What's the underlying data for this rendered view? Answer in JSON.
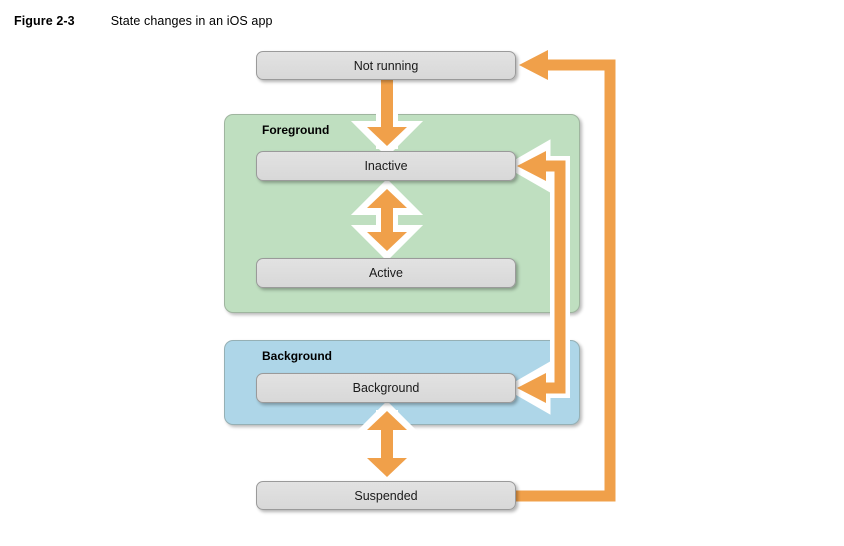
{
  "caption": {
    "figure_number": "Figure 2-3",
    "title": "State changes in an iOS app"
  },
  "colors": {
    "arrow_orange": "#f0a04a",
    "arrow_outline": "#ffffff",
    "foreground_group": "#bfdfc0",
    "background_group": "#aed6e8",
    "state_box_fill": "#dcdcdc",
    "state_box_border": "#9a9a9a",
    "text": "#000000"
  },
  "diagram": {
    "type": "state-diagram",
    "states": [
      {
        "id": "not-running",
        "label": "Not running",
        "group": null
      },
      {
        "id": "inactive",
        "label": "Inactive",
        "group": "foreground"
      },
      {
        "id": "active",
        "label": "Active",
        "group": "foreground"
      },
      {
        "id": "background",
        "label": "Background",
        "group": "background"
      },
      {
        "id": "suspended",
        "label": "Suspended",
        "group": null
      }
    ],
    "groups": [
      {
        "id": "foreground",
        "label": "Foreground",
        "color": "#bfdfc0"
      },
      {
        "id": "background",
        "label": "Background",
        "color": "#aed6e8"
      }
    ],
    "transitions": [
      {
        "from": "not-running",
        "to": "inactive",
        "direction": "one-way"
      },
      {
        "from": "inactive",
        "to": "active",
        "direction": "two-way"
      },
      {
        "from": "inactive",
        "to": "background",
        "direction": "two-way"
      },
      {
        "from": "background",
        "to": "suspended",
        "direction": "two-way"
      },
      {
        "from": "suspended",
        "to": "not-running",
        "direction": "one-way"
      }
    ]
  }
}
